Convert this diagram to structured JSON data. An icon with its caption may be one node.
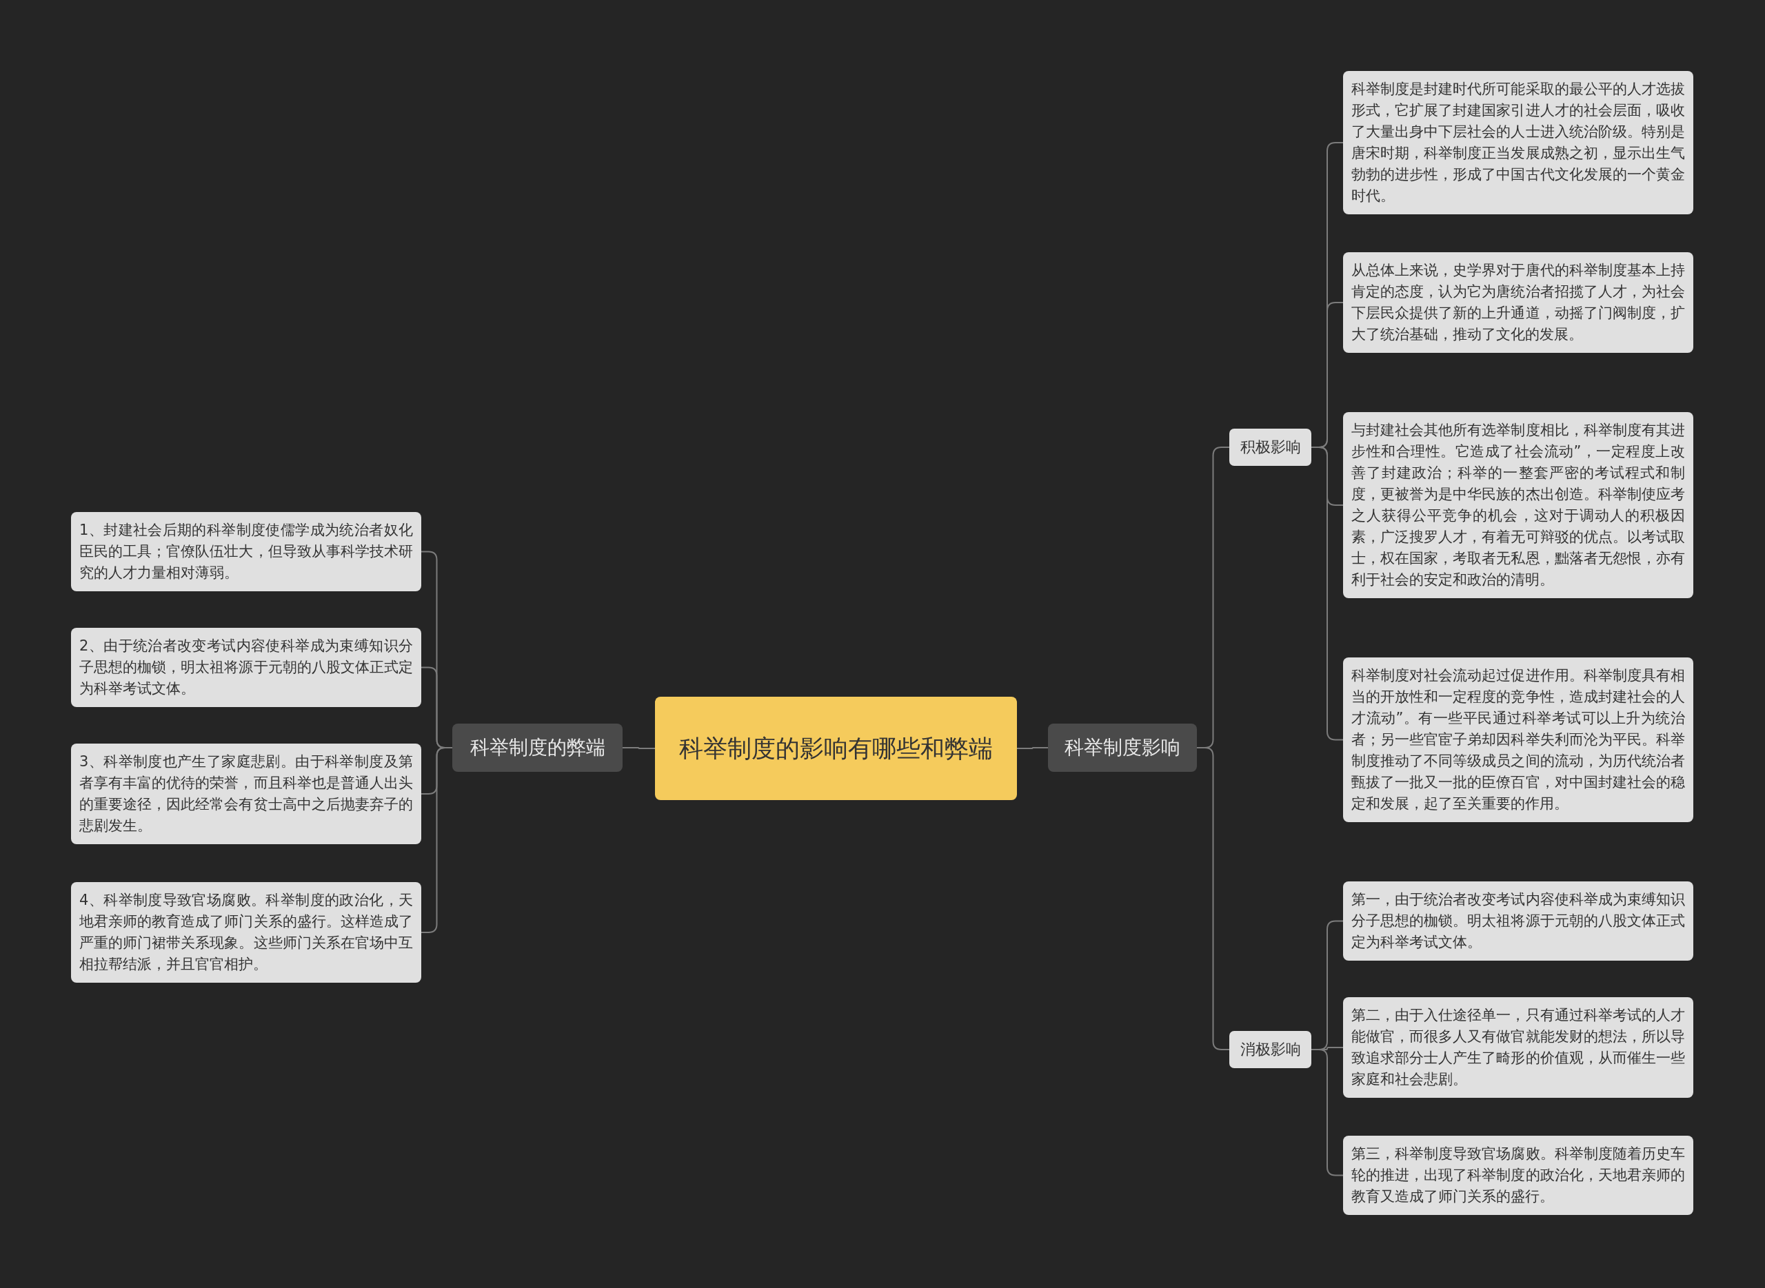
{
  "diagram": {
    "nodes": [
      {
        "text": [
          "科举制度的影响有哪些和弊端"
        ]
      },
      {
        "text": [
          "科举制度的弊端"
        ]
      },
      {
        "text": [
          "1、封建社会后期的科举制度使儒学成为统治者奴化臣民的工具；官僚队伍壮大，但导致从事科学技术研究的人才力量相对薄弱。"
        ]
      },
      {
        "text": [
          "2、由于统治者改变考试内容使科举成为束缚知识分子思想的枷锁，明太祖将源于元朝的八股文体正式定为科举考试文体。"
        ]
      },
      {
        "text": [
          "3、科举制度也产生了家庭悲剧。由于科举制度及第者享有丰富的优待的荣誉，而且科举也是普通人出头的重要途径，因此经常会有贫士高中之后抛妻弃子的悲剧发生。"
        ]
      },
      {
        "text": [
          "4、科举制度导致官场腐败。科举制度的政治化，天地君亲师的教育造成了师门关系的盛行。这样造成了严重的师门裙带关系现象。这些师门关系在官场中互相拉帮结派，并且官官相护。"
        ]
      },
      {
        "text": [
          "科举制度影响"
        ]
      },
      {
        "text": [
          "积极影响"
        ]
      },
      {
        "text": [
          "科举制度是封建时代所可能采取的最公平的人才选拔形式，它扩展了封建国家引进人才的社会层面，吸收了大量出身中下层社会的人士进入统治阶级。特别是唐宋时期，科举制度正当发展成熟之初，显示出生气勃勃的进步性，形成了中国古代文化发展的一个黄金时代。"
        ]
      },
      {
        "text": [
          "从总体上来说，史学界对于唐代的科举制度基本上持肯定的态度，认为它为唐统治者招揽了人才，为社会下层民众提供了新的上升通道，动摇了门阀制度，扩大了统治基础，推动了文化的发展。"
        ]
      },
      {
        "text": [
          "与封建社会其他所有选举制度相比，科举制度有其进步性和合理性。它造成了社会流动”，一定程度上改善了封建政治；科举的一整套严密的考试程式和制度，更被誉为是中华民族的杰出创造。科举制使应考之人获得公平竞争的机会，这对于调动人的积极因素，广泛搜罗人才，有着无可辩驳的优点。以考试取士，权在国家，考取者无私恩，黜落者无怨恨，亦有利于社会的安定和政治的清明。"
        ]
      },
      {
        "text": [
          "科举制度对社会流动起过促进作用。科举制度具有相当的开放性和一定程度的竞争性，造成封建社会的人才流动”。有一些平民通过科举考试可以上升为统治者；另一些官宦子弟却因科举失利而沦为平民。科举制度推动了不同等级成员之间的流动，为历代统治者甄拔了一批又一批的臣僚百官，对中国封建社会的稳定和发展，起了至关重要的作用。"
        ]
      },
      {
        "text": [
          "消极影响"
        ]
      },
      {
        "text": [
          "第一，由于统治者改变考试内容使科举成为束缚知识分子思想的枷锁。明太祖将源于元朝的八股文体正式定为科举考试文体。"
        ]
      },
      {
        "text": [
          "第二，由于入仕途径单一，只有通过科举考试的人才能做官，而很多人又有做官就能发财的想法，所以导致追求部分士人产生了畸形的价值观，从而催生一些家庭和社会悲剧。"
        ]
      },
      {
        "text": [
          "第三，科举制度导致官场腐败。科举制度随着历史车轮的推进，出现了科举制度的政治化，天地君亲师的教育又造成了师门关系的盛行。"
        ]
      }
    ],
    "edges": [
      {
        "from": 0,
        "to": 1,
        "arrow": "none"
      },
      {
        "from": 1,
        "to": 2,
        "arrow": "none"
      },
      {
        "from": 1,
        "to": 3,
        "arrow": "none"
      },
      {
        "from": 1,
        "to": 4,
        "arrow": "none"
      },
      {
        "from": 1,
        "to": 5,
        "arrow": "none"
      },
      {
        "from": 0,
        "to": 6,
        "arrow": "none"
      },
      {
        "from": 6,
        "to": 7,
        "arrow": "none"
      },
      {
        "from": 7,
        "to": 8,
        "arrow": "none"
      },
      {
        "from": 7,
        "to": 9,
        "arrow": "none"
      },
      {
        "from": 7,
        "to": 10,
        "arrow": "none"
      },
      {
        "from": 7,
        "to": 11,
        "arrow": "none"
      },
      {
        "from": 6,
        "to": 12,
        "arrow": "none"
      },
      {
        "from": 12,
        "to": 13,
        "arrow": "none"
      },
      {
        "from": 12,
        "to": 14,
        "arrow": "none"
      },
      {
        "from": 12,
        "to": 15,
        "arrow": "none"
      }
    ]
  }
}
